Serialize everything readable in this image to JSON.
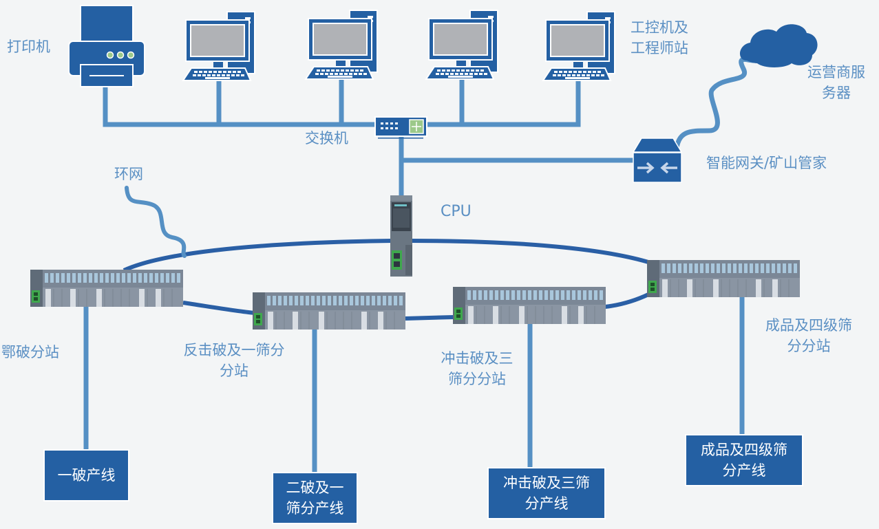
{
  "colors": {
    "background": "#f3f5f6",
    "device_blue": "#2460a3",
    "link_blue": "#5590c4",
    "ring_blue": "#2a5fa5",
    "label_blue": "#5a8fc3",
    "screen_gray": "#b0b2b6",
    "indicator_green": "#9cc98a",
    "plc_gray": "#8a95a3"
  },
  "top_devices": {
    "printer_label": "打印机",
    "workstation_label_line1": "工控机及",
    "workstation_label_line2": "工程师站",
    "switch_label": "交换机",
    "cloud_label_line1": "运营商服",
    "cloud_label_line2": "务器",
    "gateway_label": "智能网关/矿山管家",
    "cpu_label": "CPU",
    "ring_label": "环网"
  },
  "stations": [
    {
      "label_line1": "鄂破分站",
      "label_line2": ""
    },
    {
      "label_line1": "反击破及一筛分",
      "label_line2": "分站"
    },
    {
      "label_line1": "冲击破及三",
      "label_line2": "筛分分站"
    },
    {
      "label_line1": "成品及四级筛",
      "label_line2": "分分站"
    }
  ],
  "production_lines": [
    {
      "line1": "一破产线",
      "line2": ""
    },
    {
      "line1": "二破及一",
      "line2": "筛分产线"
    },
    {
      "line1": "冲击破及三筛",
      "line2": "分产线"
    },
    {
      "line1": "成品及四级筛",
      "line2": "分产线"
    }
  ]
}
